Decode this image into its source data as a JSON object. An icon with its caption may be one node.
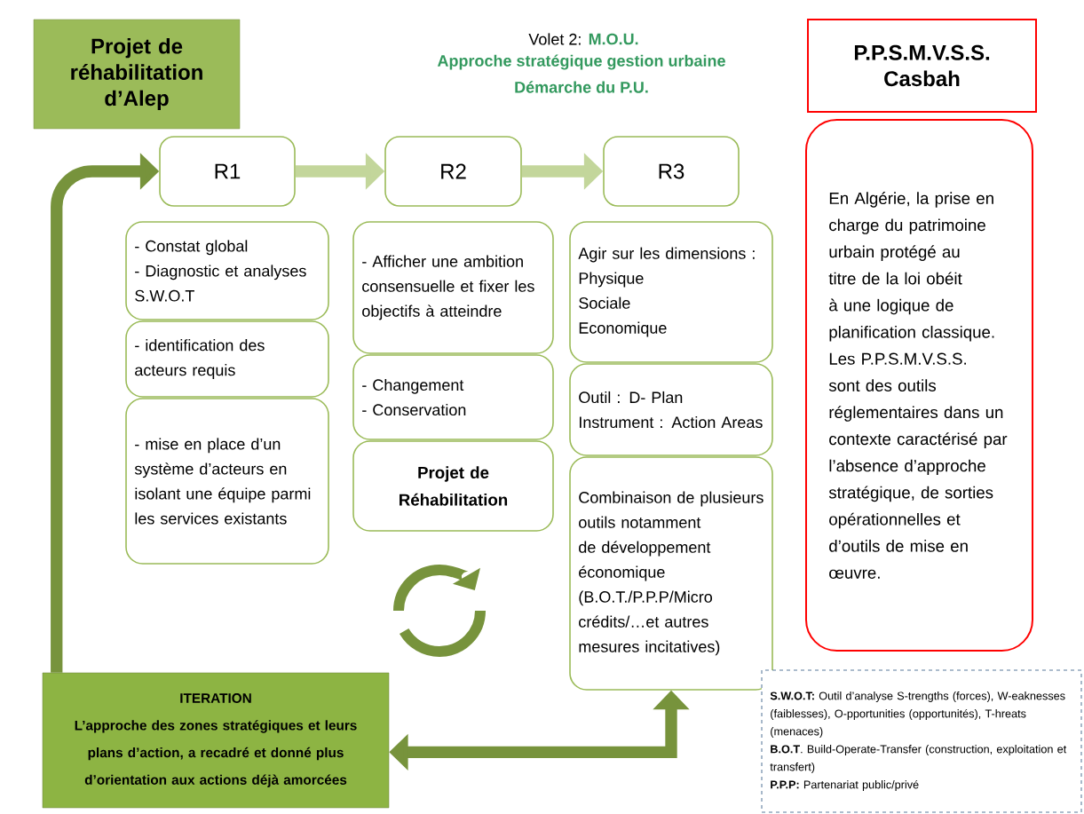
{
  "diagram": {
    "nodes": [
      {
        "text": [
          "Projet de réhabilitation d’Alep"
        ]
      },
      {
        "text": [
          "P.P.S.M.V.S.S. Casbah"
        ]
      },
      {
        "text": [
          "R1"
        ]
      },
      {
        "text": [
          "R2"
        ]
      },
      {
        "text": [
          "R3"
        ]
      },
      {
        "text": [
          "- Constat global",
          "- Diagnostic et analyses S.W.O.T"
        ]
      },
      {
        "text": [
          "- identification des acteurs requis"
        ]
      },
      {
        "text": [
          "- mise en place d’un système d’acteurs en isolant une équipe parmi les services existants"
        ]
      },
      {
        "text": [
          "- Afficher une ambition consensuelle et fixer les objectifs à atteindre"
        ]
      },
      {
        "text": [
          "- Changement",
          "- Conservation"
        ]
      },
      {
        "text": [
          "Projet de Réhabilitation"
        ]
      },
      {
        "text": [
          "Agir sur les dimensions :",
          "Physique",
          "Sociale",
          "Economique"
        ]
      },
      {
        "text": [
          "Outil : D- Plan",
          "Instrument : Action Areas"
        ]
      },
      {
        "text": [
          "Combinaison de plusieurs outils notamment de développement économique (B.O.T./P.P.P/Micro crédits/…et autres mesures incitatives)"
        ]
      },
      {
        "text": [
          "En Algérie, la prise en charge du patrimoine urbain protégé au titre de la loi obéit à une logique de planification classique. Les P.P.S.M.V.S.S. sont des outils réglementaires dans un contexte caractérisé par l’absence d’approche stratégique, de sorties opérationnelles et d’outils de mise en œuvre."
        ]
      },
      {
        "text": [
          "ITERATION",
          "L’approche des zones stratégiques et leurs plans d’action, a recadré et donné plus d’orientation aux actions déjà amorcées"
        ]
      },
      {
        "text": [
          "**S.W.O.T:** Outil d’analyse S-trengths (forces), W-eaknesses (faiblesses), O-pportunities (opportunités), T-hreats (menaces)",
          "**B.O.T**. Build-Operate-Transfer (construction, exploitation et transfert)",
          "**P.P.P:** Partenariat public/privé"
        ]
      }
    ],
    "edges": [
      {
        "from": 2,
        "to": 3,
        "arrow": "to",
        "color": "#c3d69b"
      },
      {
        "from": 3,
        "to": 4,
        "arrow": "to",
        "color": "#c3d69b"
      },
      {
        "from": 15,
        "to": 2,
        "arrow": "to",
        "color": "#77933c"
      },
      {
        "from": 15,
        "to": 13,
        "arrow": "both",
        "color": "#77933c"
      }
    ],
    "labels": [
      "Volet 2:",
      "M.O.U.",
      "Approche stratégique gestion urbaine",
      "Démarche du P.U."
    ]
  }
}
